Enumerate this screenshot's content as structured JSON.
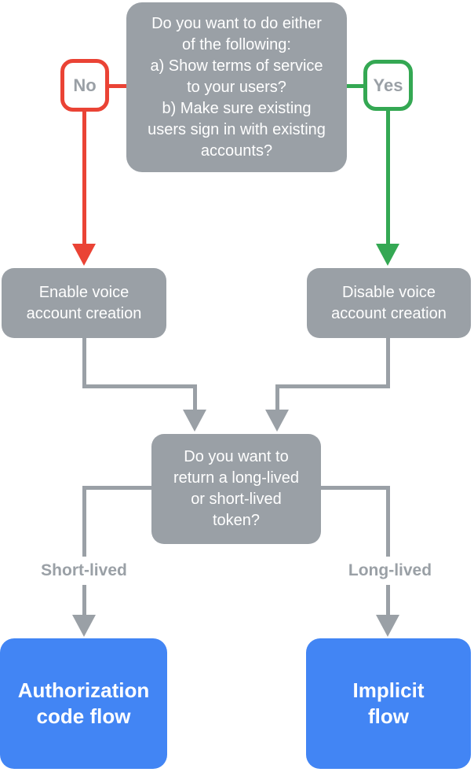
{
  "palette": {
    "gray": "#9AA0A6",
    "red": "#EA4335",
    "green": "#34A853",
    "blue": "#4285F4",
    "node_text": "#FFFFFF",
    "label_text": "#9AA0A6",
    "background": "#FFFFFF"
  },
  "flowchart": {
    "top_question": "Do you want to do either\nof the following:\na) Show terms of service\nto your users?\nb) Make sure existing\nusers sign in with existing\naccounts?",
    "no_label": "No",
    "yes_label": "Yes",
    "enable_node": "Enable voice\naccount creation",
    "disable_node": "Disable voice\naccount creation",
    "token_question": "Do you want to\nreturn a long-lived\nor short-lived\ntoken?",
    "short_lived_label": "Short-lived",
    "long_lived_label": "Long-lived",
    "auth_code_node": "Authorization\ncode flow",
    "implicit_node": "Implicit\nflow"
  }
}
